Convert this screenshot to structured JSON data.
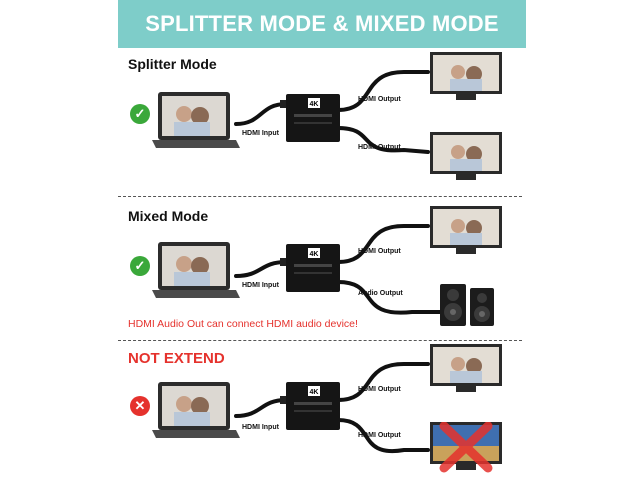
{
  "banner": {
    "title": "SPLITTER MODE & MIXED MODE",
    "color": "#7ecdc9"
  },
  "accent": {
    "ok": "#3aa83a",
    "warn": "#e5322d"
  },
  "sections": [
    {
      "title": "Splitter Mode",
      "status_icon": "check-icon",
      "input_label": "HDMI Input",
      "outputs": [
        "HDMI Output",
        "HDMI Output"
      ],
      "device_badge": "4K"
    },
    {
      "title": "Mixed Mode",
      "status_icon": "check-icon",
      "input_label": "HDMI Input",
      "outputs": [
        "HDMI Output",
        "Audio Output"
      ],
      "device_badge": "4K",
      "note": "HDMI Audio Out can connect HDMI audio device!"
    },
    {
      "title": "NOT EXTEND",
      "status_icon": "cross-icon",
      "input_label": "HDMI Input",
      "outputs": [
        "HDMI Output",
        "HDMI Output"
      ],
      "device_badge": "4K"
    }
  ]
}
